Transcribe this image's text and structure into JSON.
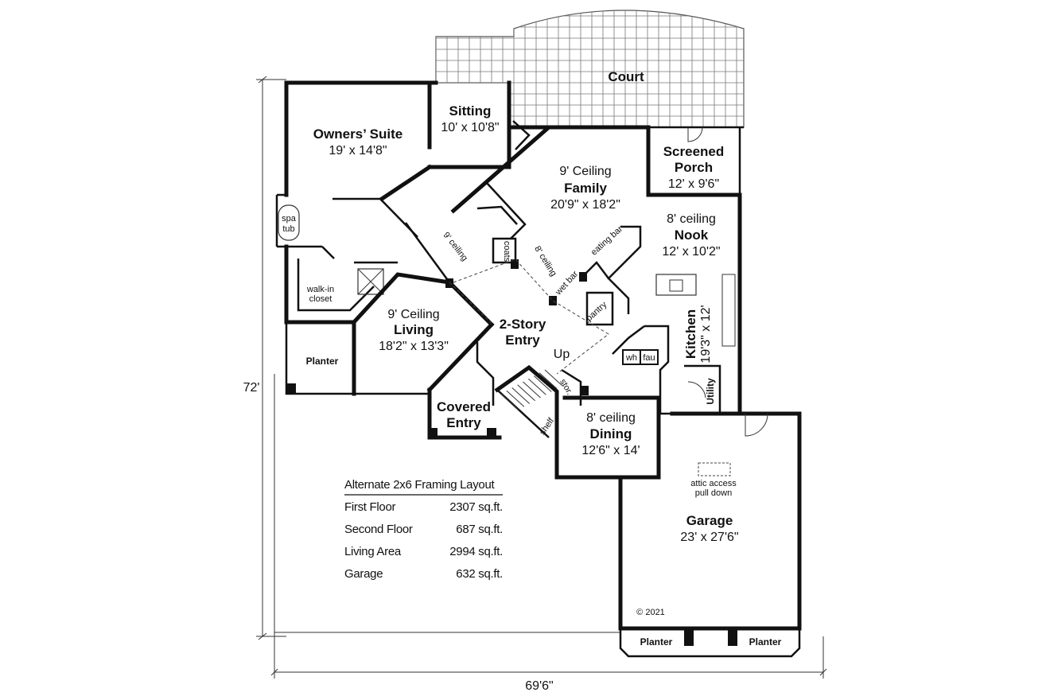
{
  "rooms": {
    "court": {
      "name": "Court"
    },
    "owners_suite": {
      "name": "Owners’ Suite",
      "size": "19' x 14'8\""
    },
    "sitting": {
      "name": "Sitting",
      "size": "10' x 10'8\""
    },
    "family": {
      "ceiling": "9' Ceiling",
      "name": "Family",
      "size": "20'9\" x 18'2\""
    },
    "screened_porch": {
      "name_line1": "Screened",
      "name_line2": "Porch",
      "size": "12' x 9'6\""
    },
    "nook": {
      "ceiling": "8' ceiling",
      "name": "Nook",
      "size": "12' x 10'2\""
    },
    "living": {
      "ceiling": "9' Ceiling",
      "name": "Living",
      "size": "18'2\" x 13'3\""
    },
    "entry": {
      "name_line1": "2-Story",
      "name_line2": "Entry"
    },
    "kitchen": {
      "name": "Kitchen",
      "size": "19'3\" x 12'"
    },
    "covered_entry": {
      "name_line1": "Covered",
      "name_line2": "Entry"
    },
    "dining": {
      "ceiling": "8' ceiling",
      "name": "Dining",
      "size": "12'6\" x 14'"
    },
    "garage": {
      "name": "Garage",
      "size": "23' x 27'6\""
    },
    "planter_left": {
      "name": "Planter"
    },
    "planter_bottom_left": {
      "name": "Planter"
    },
    "planter_bottom_right": {
      "name": "Planter"
    }
  },
  "small_labels": {
    "spa_tub_1": "spa",
    "spa_tub_2": "tub",
    "walk_in_1": "walk-in",
    "walk_in_2": "closet",
    "ceiling_9": "9' ceiling",
    "ceiling_8": "8' ceiling",
    "coats": "coats",
    "eating_bar": "eating bar",
    "wet_bar": "wet bar",
    "pantry": "pantry",
    "up": "Up",
    "stor": "stor.",
    "shelf": "shelf",
    "wh": "wh",
    "fau": "fau",
    "utility": "Utility",
    "attic_1": "attic access",
    "attic_2": "pull down",
    "copyright": "© 2021"
  },
  "dimensions": {
    "height": "72'",
    "width": "69'6\""
  },
  "framing_table": {
    "title": "Alternate 2x6 Framing Layout",
    "rows": [
      {
        "label": "First Floor",
        "value": "2307 sq.ft."
      },
      {
        "label": "Second Floor",
        "value": "687 sq.ft."
      },
      {
        "label": "Living Area",
        "value": "2994 sq.ft."
      },
      {
        "label": "Garage",
        "value": "632 sq.ft."
      }
    ]
  },
  "colors": {
    "wall": "#111111",
    "background": "#ffffff",
    "grid": "#777777"
  }
}
